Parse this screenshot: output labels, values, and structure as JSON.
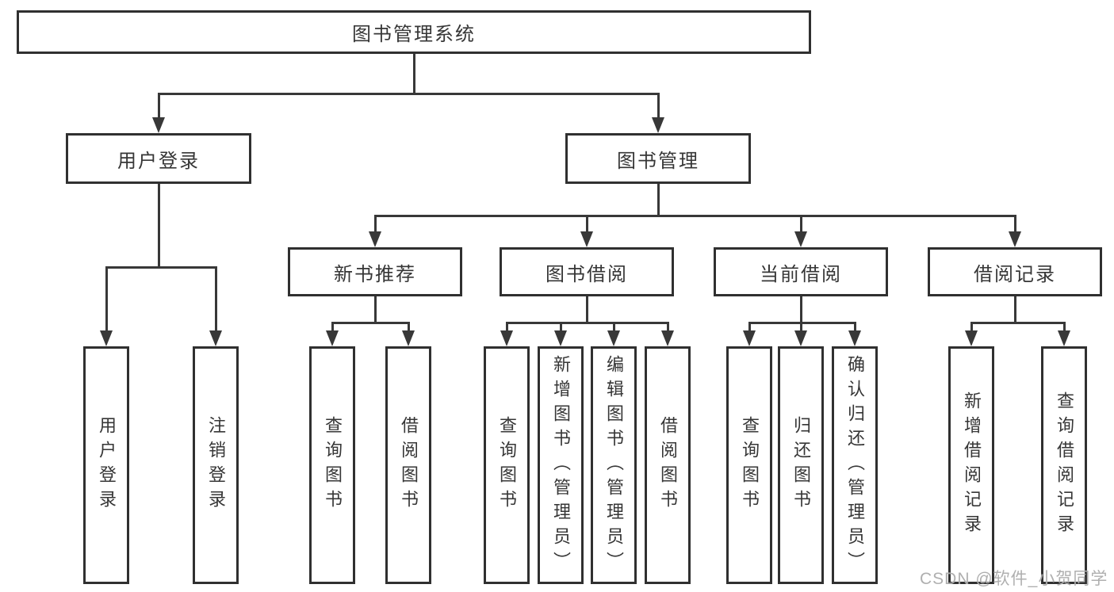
{
  "diagram": {
    "tree": {
      "label": "图书管理系统",
      "children": [
        {
          "label": "用户登录",
          "children": [
            {
              "label": "用户登录"
            },
            {
              "label": "注销登录"
            }
          ]
        },
        {
          "label": "图书管理",
          "children": [
            {
              "label": "新书推荐",
              "children": [
                {
                  "label": "查询图书"
                },
                {
                  "label": "借阅图书"
                }
              ]
            },
            {
              "label": "图书借阅",
              "children": [
                {
                  "label": "查询图书"
                },
                {
                  "label": "新增图书（管理员）"
                },
                {
                  "label": "编辑图书（管理员）"
                },
                {
                  "label": "借阅图书"
                }
              ]
            },
            {
              "label": "当前借阅",
              "children": [
                {
                  "label": "查询图书"
                },
                {
                  "label": "归还图书"
                },
                {
                  "label": "确认归还（管理员）"
                }
              ]
            },
            {
              "label": "借阅记录",
              "children": [
                {
                  "label": "新增借阅记录"
                },
                {
                  "label": "查询借阅记录"
                }
              ]
            }
          ]
        }
      ]
    },
    "watermark": "CSDN @软件_小贺同学",
    "colors": {
      "line": "#383838",
      "box_border": "#303030",
      "text": "#363636",
      "watermark": "#a8a8a8",
      "background": "#ffffff"
    }
  }
}
